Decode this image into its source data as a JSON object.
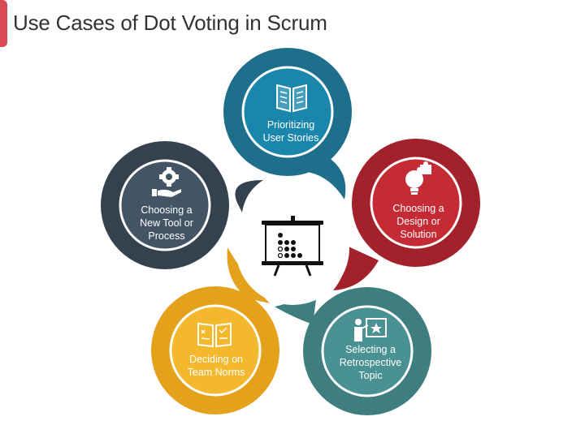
{
  "title": "Use Cases of Dot Voting in Scrum",
  "colors": {
    "accent": "#d94a55",
    "prioritizing": "#1e6f8c",
    "design": "#a3212b",
    "retrospective": "#3e7e7e",
    "norms": "#e4a21c",
    "tool": "#34414f"
  },
  "center": {
    "icon": "dot-voting-board-icon"
  },
  "nodes": [
    {
      "id": "prioritizing",
      "icon": "open-book-icon",
      "lines": [
        "Prioritizing",
        "User Stories"
      ]
    },
    {
      "id": "design",
      "icon": "lightbulb-puzzle-icon",
      "lines": [
        "Choosing a",
        "Design or",
        "Solution"
      ]
    },
    {
      "id": "retrospective",
      "icon": "presenter-board-icon",
      "lines": [
        "Selecting a",
        "Retrospective",
        "Topic"
      ]
    },
    {
      "id": "norms",
      "icon": "checklist-book-icon",
      "lines": [
        "Deciding on",
        "Team Norms"
      ]
    },
    {
      "id": "tool",
      "icon": "gear-hand-icon",
      "lines": [
        "Choosing a",
        "New Tool or",
        "Process"
      ]
    }
  ]
}
